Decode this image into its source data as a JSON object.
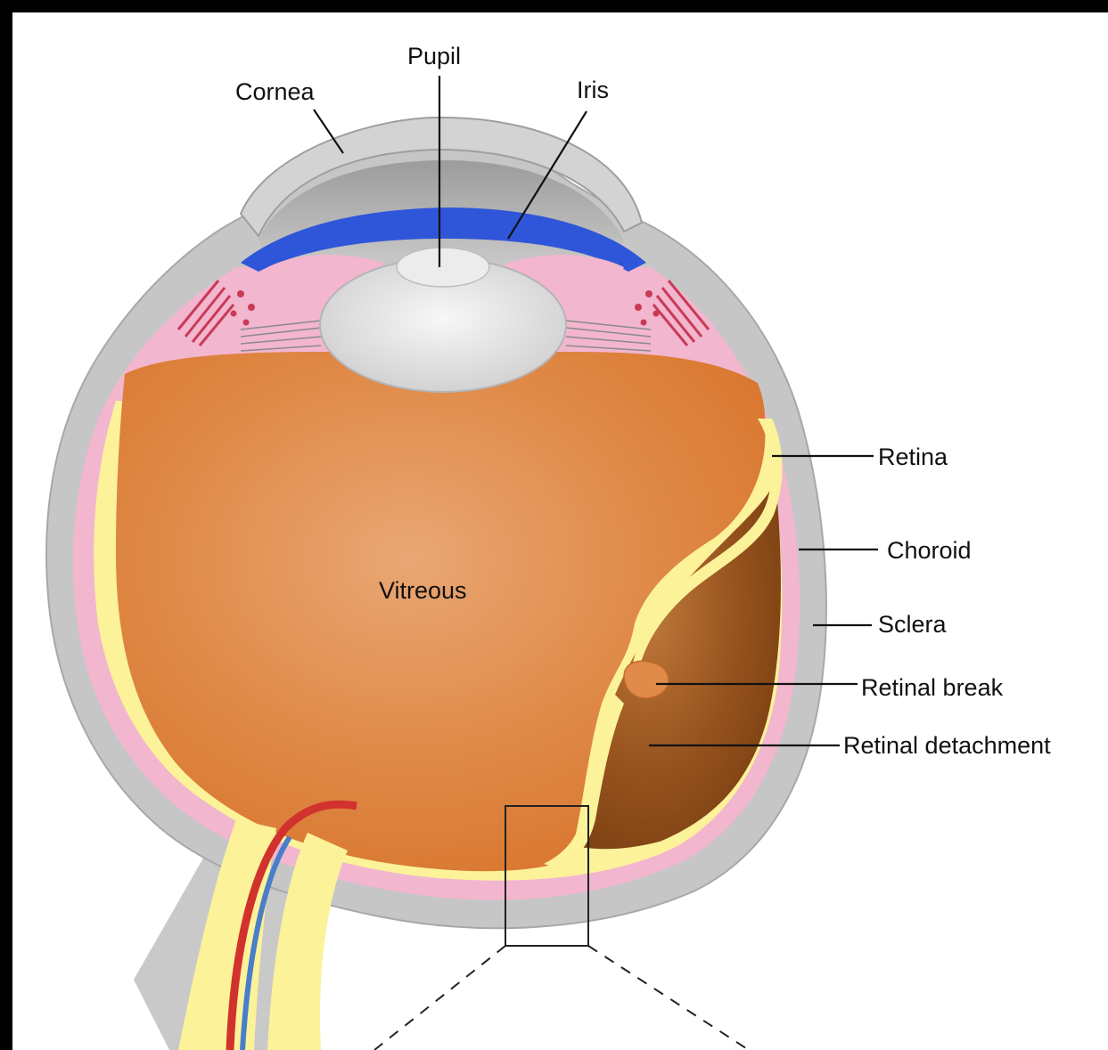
{
  "diagram": {
    "labels": {
      "cornea": "Cornea",
      "pupil": "Pupil",
      "iris": "Iris",
      "retina": "Retina",
      "choroid": "Choroid",
      "sclera": "Sclera",
      "vitreous": "Vitreous",
      "retinal_break": "Retinal break",
      "retinal_detachment": "Retinal detachment"
    },
    "colors": {
      "background": "#000000",
      "panel": "#ffffff",
      "sclera": "#c6c6c6",
      "choroid": "#f2b6cf",
      "retina": "#fbf29a",
      "vitreous": "#e07f38",
      "iris": "#2f56d8",
      "lens": "#e4e4e4",
      "detached_space": "#8f4d1b",
      "vessel_red": "#d2322d",
      "vessel_blue": "#4a7ec8"
    }
  }
}
